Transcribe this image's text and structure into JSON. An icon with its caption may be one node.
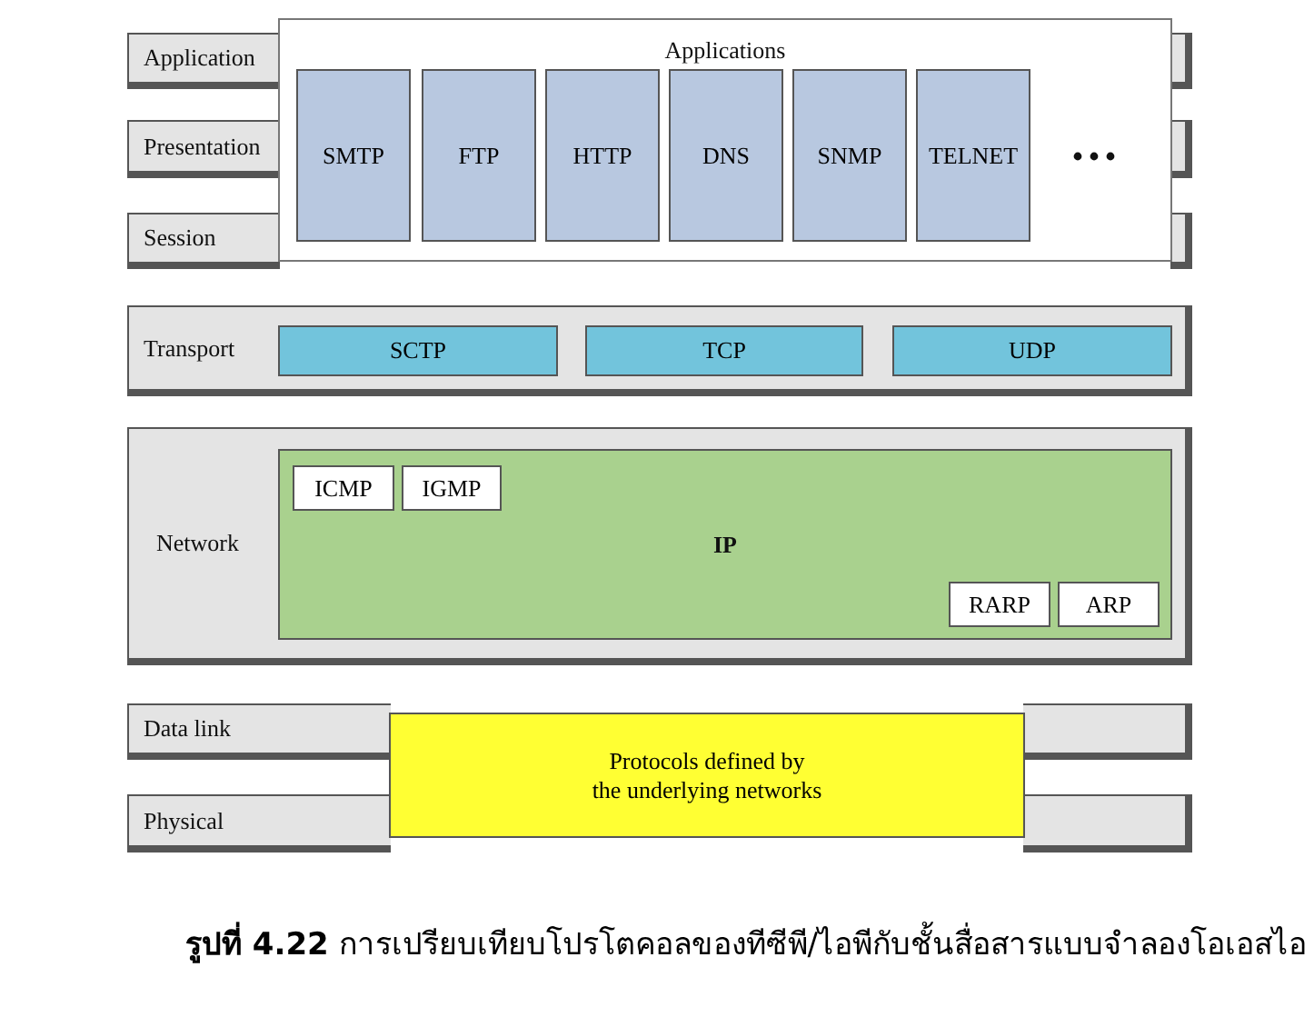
{
  "diagram": {
    "caption": "**รูปที่ 4.22** การเปรียบเทียบโปรโตคอลของทีซีพี/ไอพีกับชั้นสื่อสารแบบจำลองโอเอสไอ",
    "nodes": [
      {
        "text": [
          "Application"
        ]
      },
      {
        "text": [
          "Presentation"
        ]
      },
      {
        "text": [
          "Session"
        ]
      },
      {
        "text": [
          "Applications"
        ]
      },
      {
        "text": [
          "SMTP"
        ],
        "in": 3
      },
      {
        "text": [
          "FTP"
        ],
        "in": 3
      },
      {
        "text": [
          "HTTP"
        ],
        "in": 3
      },
      {
        "text": [
          "DNS"
        ],
        "in": 3
      },
      {
        "text": [
          "SNMP"
        ],
        "in": 3
      },
      {
        "text": [
          "TELNET"
        ],
        "in": 3
      },
      {
        "text": [
          "Transport"
        ]
      },
      {
        "text": [
          "SCTP"
        ],
        "in": 10
      },
      {
        "text": [
          "TCP"
        ],
        "in": 10
      },
      {
        "text": [
          "UDP"
        ],
        "in": 10
      },
      {
        "text": [
          "Network"
        ]
      },
      {
        "text": [
          "IP"
        ],
        "in": 14
      },
      {
        "text": [
          "ICMP"
        ],
        "in": 15
      },
      {
        "text": [
          "IGMP"
        ],
        "in": 15
      },
      {
        "text": [
          "RARP"
        ],
        "in": 15
      },
      {
        "text": [
          "ARP"
        ],
        "in": 15
      },
      {
        "text": [
          "Data link"
        ]
      },
      {
        "text": [],
        "shape": "bar"
      },
      {
        "text": [
          "Physical"
        ]
      },
      {
        "text": [],
        "shape": "bar"
      },
      {
        "text": [
          "Protocols defined by the underlying networks"
        ]
      }
    ],
    "edges": []
  }
}
